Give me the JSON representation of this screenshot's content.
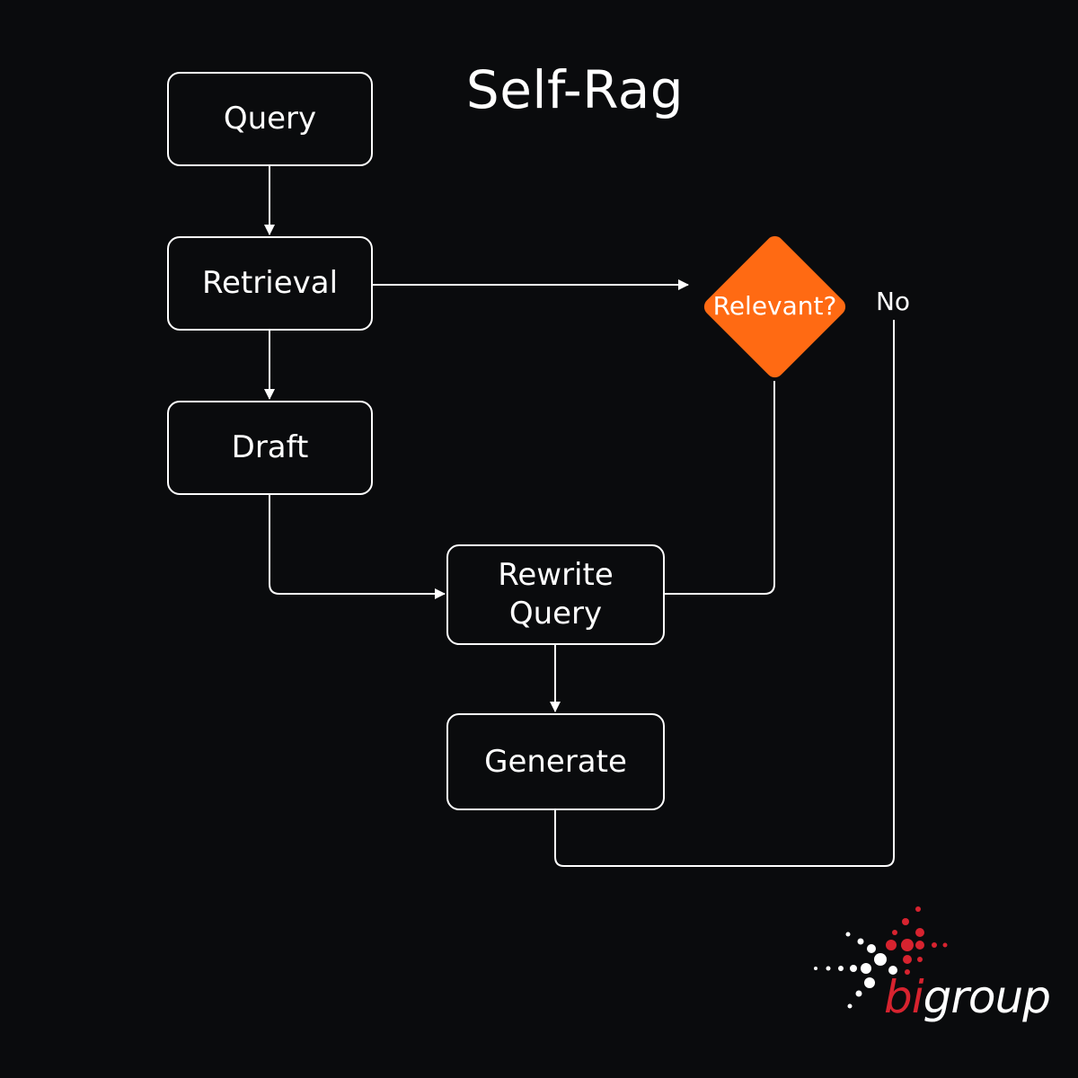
{
  "title": "Self-Rag",
  "nodes": {
    "query": "Query",
    "retrieval": "Retrieval",
    "draft": "Draft",
    "rewrite_query": "Rewrite\nQuery",
    "generate": "Generate"
  },
  "decision": {
    "label": "Relevant?",
    "color": "#ff6a13"
  },
  "edge_labels": {
    "no": "No"
  },
  "brand": {
    "prefix": "bi",
    "suffix": "group",
    "accent_color": "#d7232f"
  },
  "colors": {
    "background": "#0a0b0d",
    "line": "#ffffff"
  }
}
